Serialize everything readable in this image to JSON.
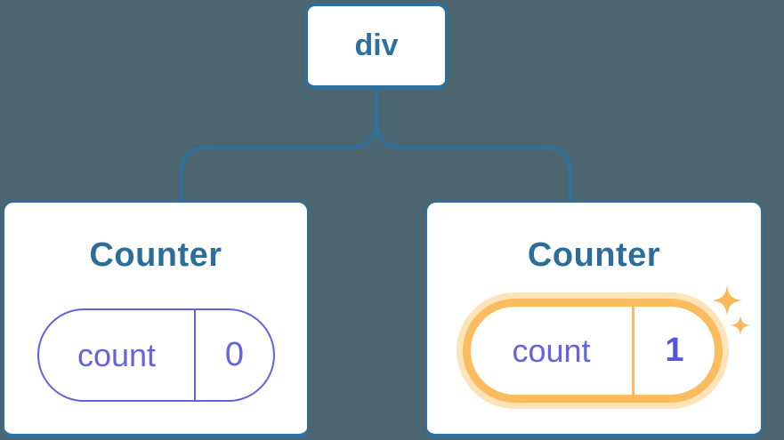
{
  "diagram": {
    "description": "React component tree diagram: a div root element with two Counter children; the second Counter's state is highlighted as updated",
    "tree": {
      "root": {
        "label": "div"
      },
      "children": [
        {
          "title": "Counter",
          "state": {
            "key": "count",
            "value": "0"
          },
          "highlighted": false
        },
        {
          "title": "Counter",
          "state": {
            "key": "count",
            "value": "1"
          },
          "highlighted": true
        }
      ]
    },
    "icons": [
      {
        "name": "sparkles-icon",
        "meaning": "state updated / fresh state",
        "color": "#F9B95A"
      }
    ],
    "colors": {
      "background": "#4B6670",
      "node_border_blue": "#2E6F9E",
      "title_blue": "#2B6E9A",
      "state_purple": "#6363DF",
      "state_value_bold_purple": "#5457D8",
      "highlight_orange": "#FABC5F",
      "highlight_halo": "#FDE3B8",
      "card_background": "#FFFFFF"
    }
  }
}
